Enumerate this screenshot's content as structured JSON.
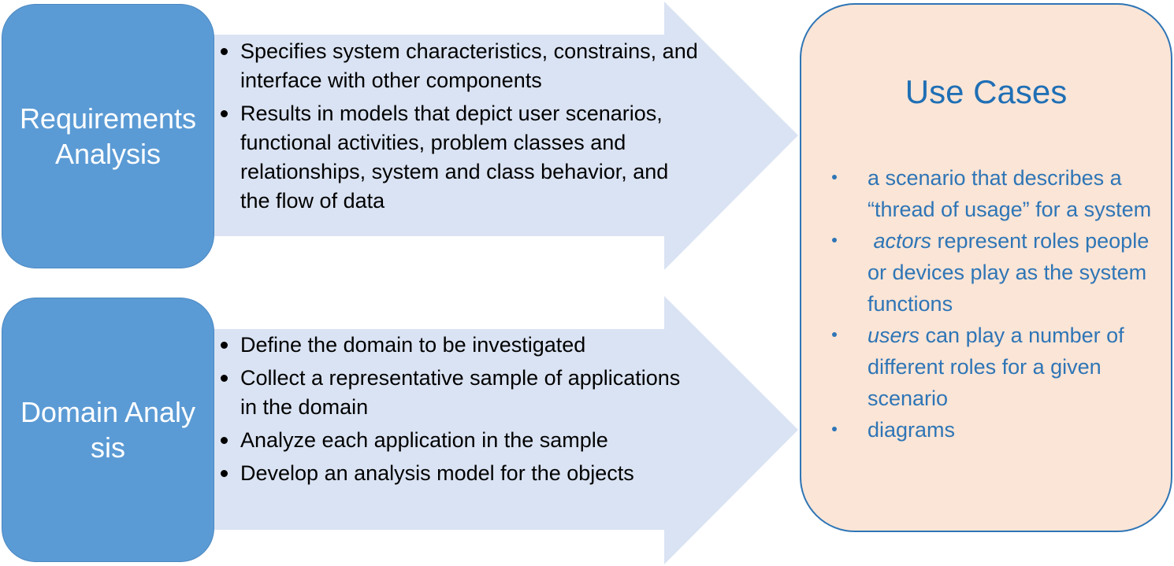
{
  "requirements": {
    "title": "Requirements Analysis",
    "bullets": [
      "Specifies system characteristics, constrains, and interface with other components",
      "Results in models that depict user scenarios, functional activities, problem classes and relationships, system and class behavior, and the flow of data"
    ]
  },
  "domain": {
    "title": "Domain Analysis",
    "bullets": [
      "Define the domain to be investigated",
      "Collect a representative sample of applications in the domain",
      "Analyze each application in the sample",
      "Develop an analysis model for the objects"
    ]
  },
  "use_cases": {
    "title": "Use Cases",
    "bullets": [
      {
        "emphasis": "",
        "text": "a scenario that describes a “thread of usage” for a system"
      },
      {
        "emphasis": "actors",
        "text": " represent roles people or devices play as the system functions"
      },
      {
        "emphasis": "users",
        "text": " can play a number of different roles for a given scenario"
      },
      {
        "emphasis": "",
        "text": "diagrams"
      }
    ]
  },
  "colors": {
    "label_box": "#5b9bd5",
    "arrow_fill": "#dae3f3",
    "use_case_fill": "#fbe5d6",
    "use_case_border": "#2e75b6",
    "use_case_text": "#2e75b6"
  }
}
